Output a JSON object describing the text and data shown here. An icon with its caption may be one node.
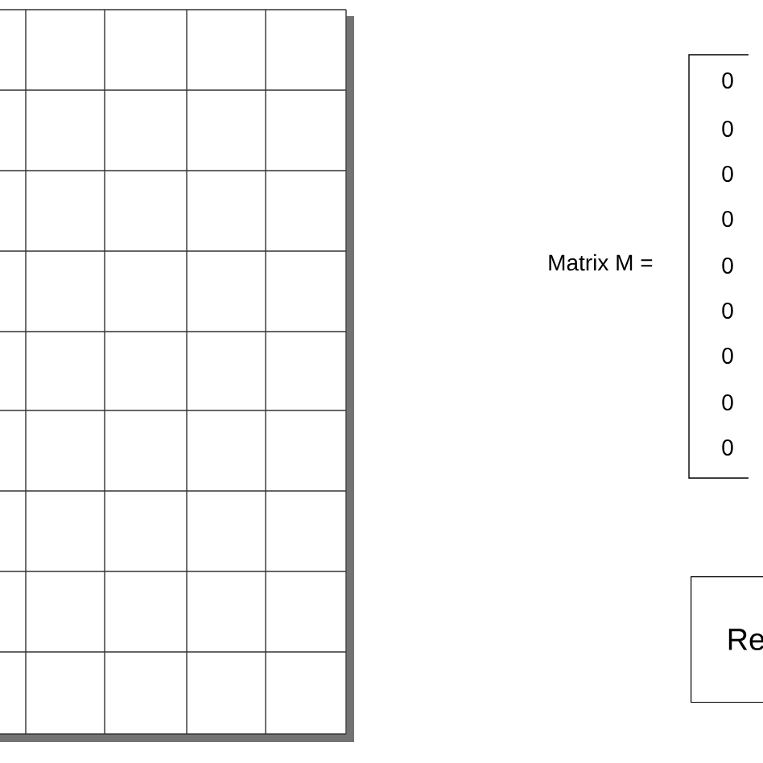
{
  "diagram": {
    "nodes": [
      {
        "text": [
          "Re"
        ]
      }
    ],
    "labels": [
      "Matrix M =",
      "0",
      "0",
      "0",
      "0",
      "0",
      "0",
      "0",
      "0",
      "0"
    ]
  }
}
